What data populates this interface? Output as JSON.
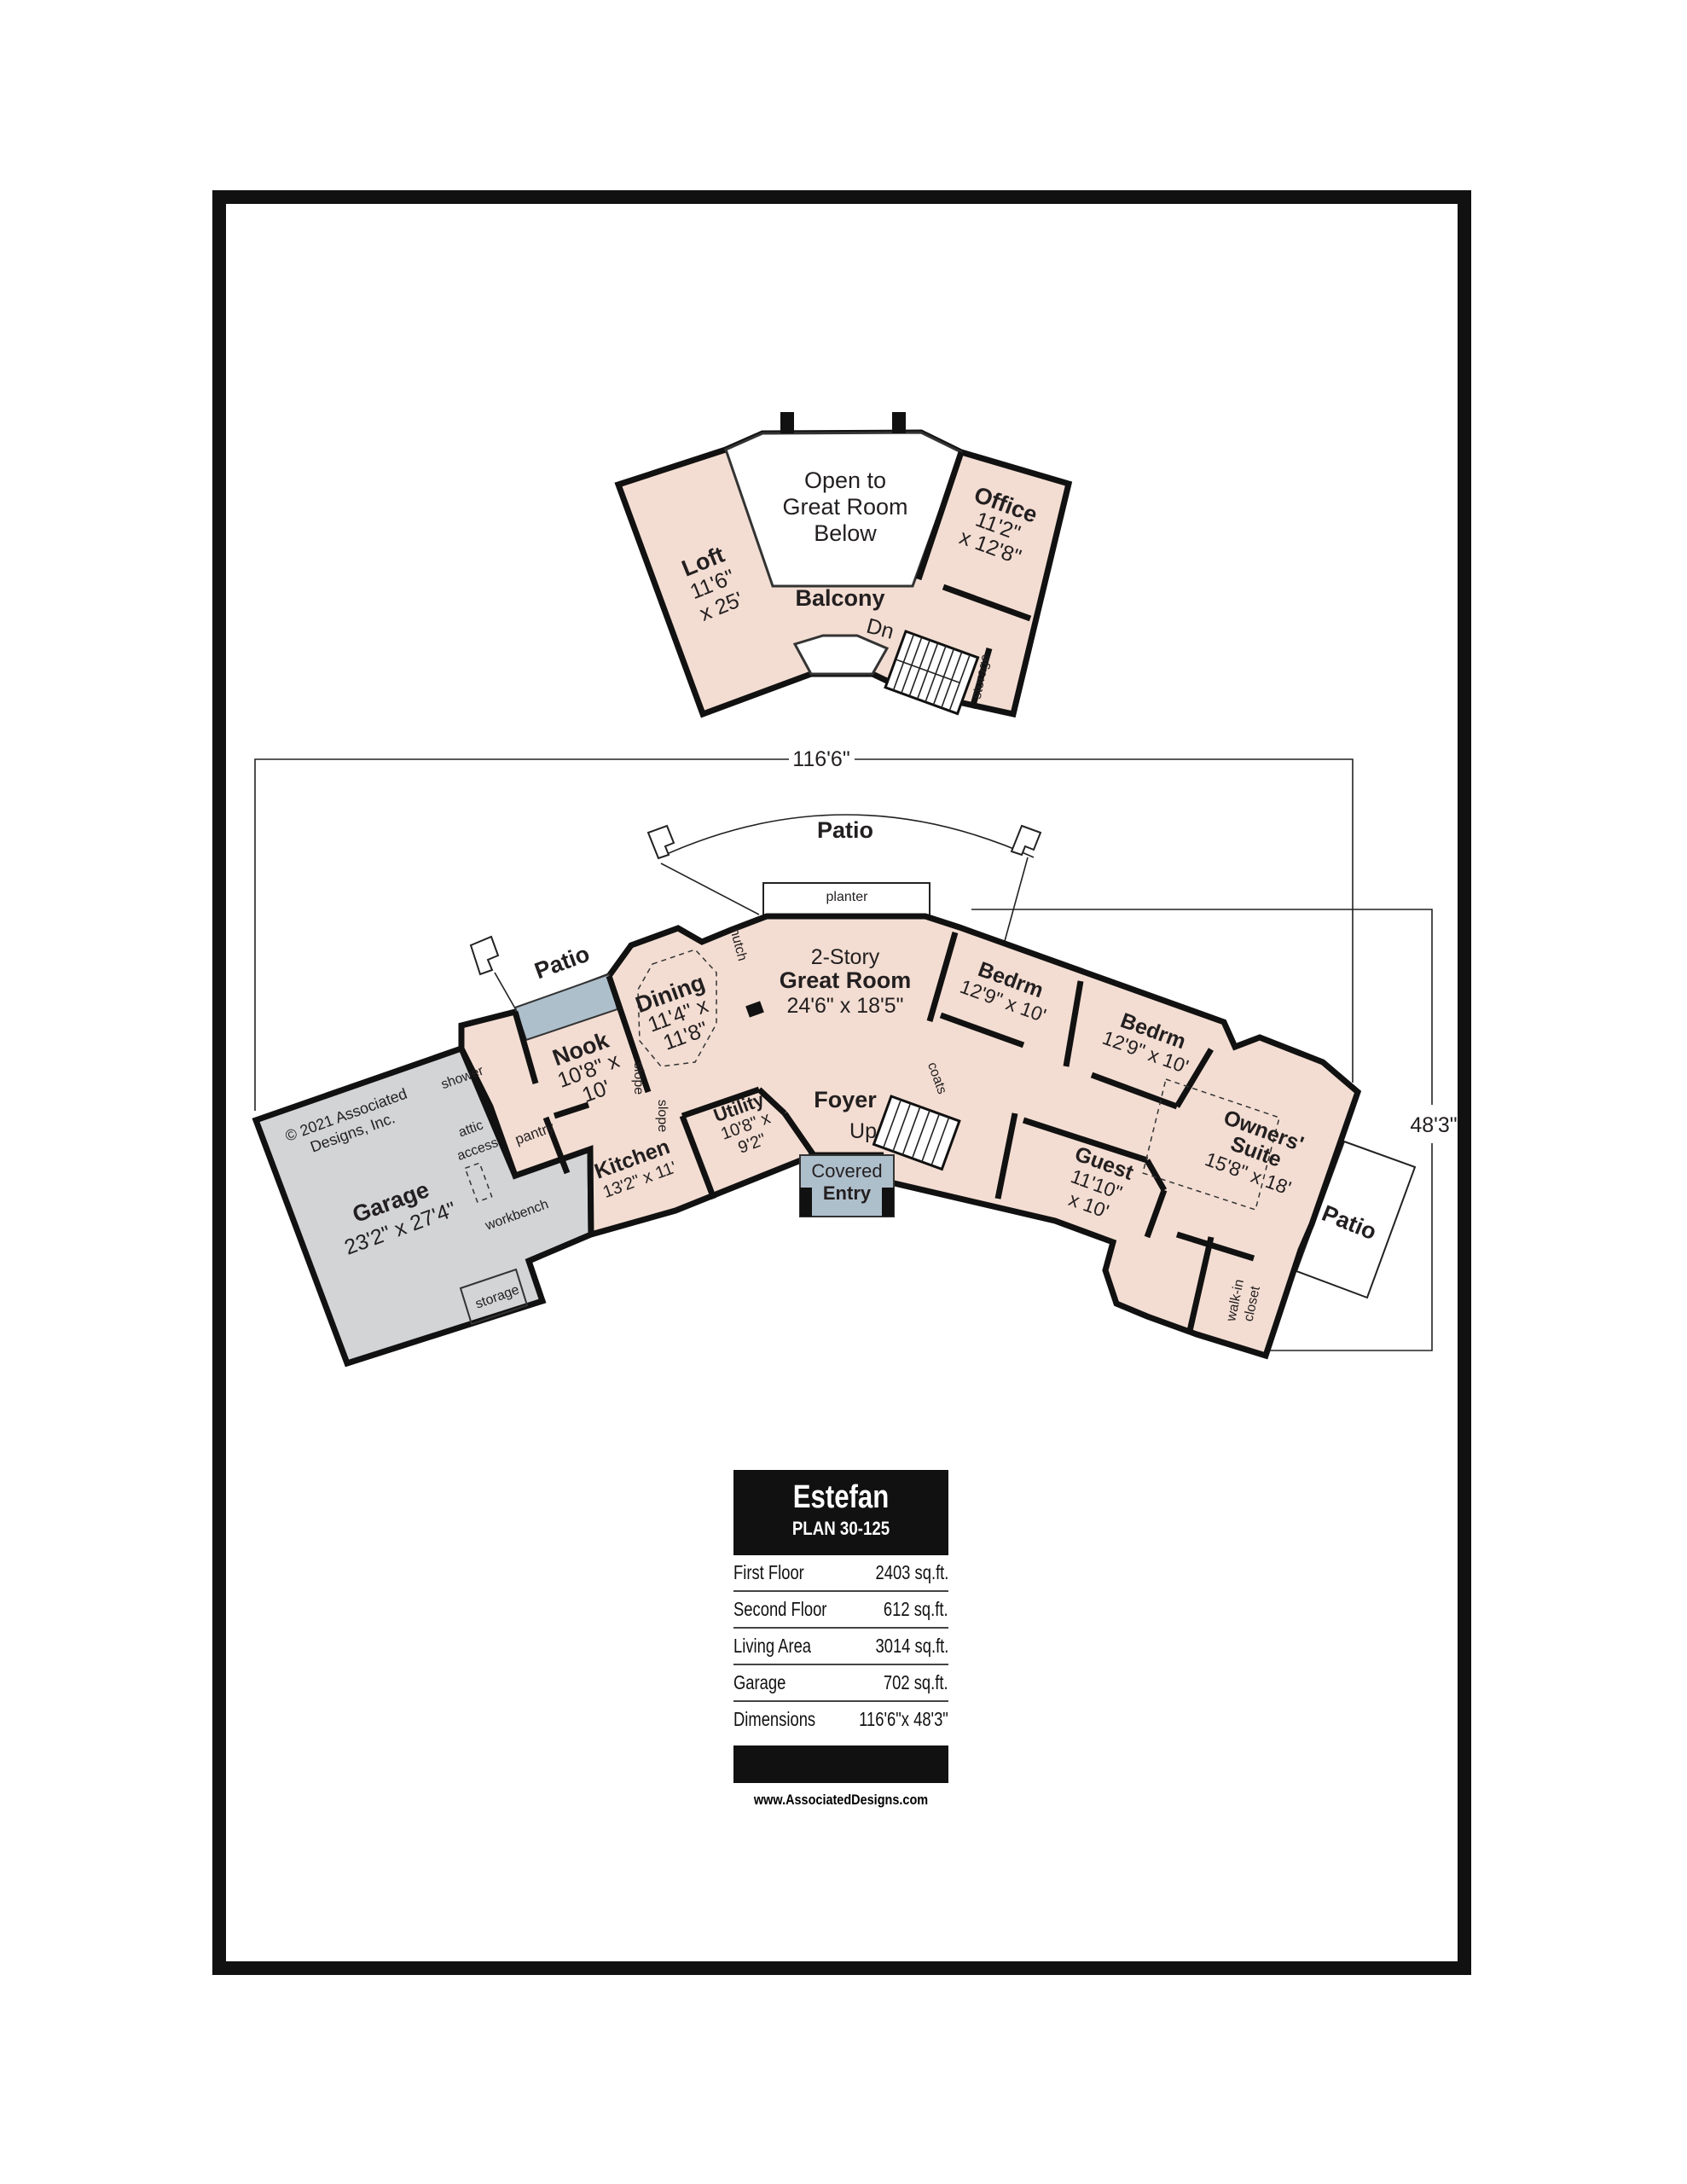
{
  "upper_floor": {
    "open_to": [
      "Open to",
      "Great Room",
      "Below"
    ],
    "loft": {
      "name": "Loft",
      "dim1": "11'6\"",
      "dim2": "x 25'"
    },
    "office": {
      "name": "Office",
      "dim1": "11'2\"",
      "dim2": "x 12'8\""
    },
    "balcony": "Balcony",
    "stair_label": "Dn",
    "storage": "storage"
  },
  "main_floor": {
    "patio_top": "Patio",
    "patio_left": "Patio",
    "patio_right": "Patio",
    "planter": "planter",
    "great_room": {
      "line1": "2-Story",
      "name": "Great Room",
      "dim": "24'6\" x 18'5\""
    },
    "dining": {
      "name": "Dining",
      "dim1": "11'4\" x",
      "dim2": "11'8\""
    },
    "hutch": "hutch",
    "nook": {
      "name": "Nook",
      "dim1": "10'8\" x",
      "dim2": "10'"
    },
    "slope1": "slope",
    "slope2": "slope",
    "kitchen": {
      "name": "Kitchen",
      "dim": "13'2\" x 11'"
    },
    "utility": {
      "name": "Utility",
      "dim1": "10'8\" x",
      "dim2": "9'2\""
    },
    "foyer": {
      "name": "Foyer",
      "stair": "Up"
    },
    "covered_entry": {
      "line1": "Covered",
      "line2": "Entry"
    },
    "coats": "coats",
    "pantry": "pantry",
    "shower": "shower",
    "attic": [
      "attic",
      "access"
    ],
    "workbench": "workbench",
    "garage_storage": "storage",
    "garage": {
      "name": "Garage",
      "dim": "23'2\" x 27'4\""
    },
    "copyright": [
      "© 2021 Associated",
      "Designs, Inc."
    ],
    "bedroom1": {
      "name": "Bedrm",
      "dim": "12'9\" x 10'"
    },
    "bedroom2": {
      "name": "Bedrm",
      "dim": "12'9\" x 10'"
    },
    "guest": {
      "name": "Guest",
      "dim1": "11'10\"",
      "dim2": "x 10'"
    },
    "owners_suite": {
      "line1": "Owners'",
      "line2": "Suite",
      "dim": "15'8\" x 18'"
    },
    "walk_in": [
      "walk-in",
      "closet"
    ]
  },
  "dimensions": {
    "width": "116'6\"",
    "depth": "48'3\""
  },
  "plan_card": {
    "name": "Estefan",
    "plan": "PLAN 30-125",
    "rows": [
      {
        "label": "First Floor",
        "value": "2403 sq.ft."
      },
      {
        "label": "Second Floor",
        "value": "612 sq.ft."
      },
      {
        "label": "Living Area",
        "value": "3014 sq.ft."
      },
      {
        "label": "Garage",
        "value": "702 sq.ft."
      },
      {
        "label": "Dimensions",
        "value": "116'6\"x 48'3\""
      }
    ],
    "website": "www.AssociatedDesigns.com"
  },
  "colors": {
    "room_fill": "#f3ddd2",
    "garage_fill": "#d2d4d6",
    "covered_fill": "#aebfcc",
    "frame": "#111111"
  }
}
